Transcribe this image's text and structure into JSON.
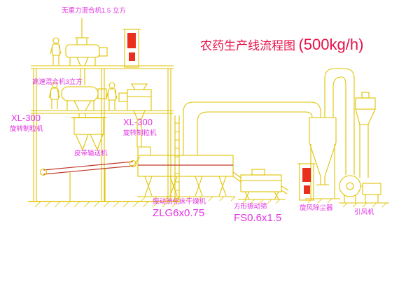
{
  "title": {
    "text": "农药生产线流程图",
    "capacity": "(500kg/h)"
  },
  "labels": {
    "zero_gravity_mixer": "无重力混合机1.5 立方",
    "high_speed_mixer": "高速混合机3立方",
    "granulator_left_model": "XL-300",
    "granulator_left_name": "旋转制粒机",
    "granulator_right_model": "XL-300",
    "granulator_right_name": "旋转制粒机",
    "belt_conveyor": "皮带输送机",
    "dryer_name": "振动流化床干燥机",
    "dryer_model": "ZLG6x0.75",
    "sieve_name": "方形振动筛",
    "sieve_model": "FS0.6x1.5",
    "cyclone": "旋风除尘器",
    "fan": "引风机"
  },
  "colors": {
    "line_yellow": "#e0c300",
    "label_magenta": "#e233e2",
    "title_red": "#e81048",
    "accent_red": "#e8301c",
    "belt_red": "#c03a2b",
    "background": "#ffffff"
  }
}
